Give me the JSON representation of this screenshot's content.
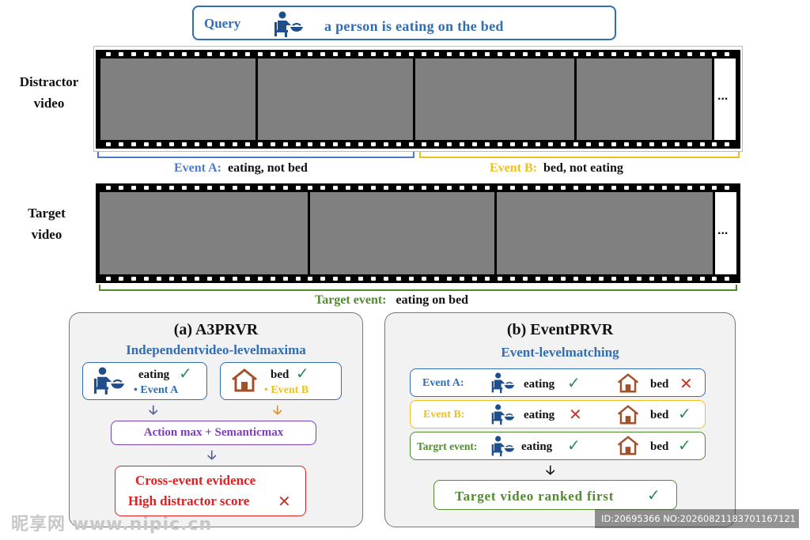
{
  "query": {
    "label": "Query",
    "text": "a person is eating on the bed"
  },
  "distractor": {
    "label_line1": "Distractor",
    "label_line2": "video",
    "ellipsis": "..."
  },
  "event_a": {
    "name": "Event A:",
    "desc": "eating, not bed"
  },
  "event_b": {
    "name": "Event B:",
    "desc": "bed, not eating"
  },
  "target": {
    "label_line1": "Target",
    "label_line2": "video",
    "ellipsis": "...",
    "event_name": "Target event:",
    "event_desc": "eating on bed"
  },
  "panel_a": {
    "title": "(a) A3PRVR",
    "subtitle": "Independentvideo-levelmaxima",
    "eating_word": "eating",
    "eating_source": "• Event A",
    "bed_word": "bed",
    "bed_source": "• Event B",
    "max_label": "Action max + Semanticmax",
    "result_line1": "Cross-event evidence",
    "result_line2": "High distractor score"
  },
  "panel_b": {
    "title": "(b) EventPRVR",
    "subtitle": "Event-levelmatching",
    "rows": [
      {
        "label": "Event A:",
        "eating": "eating",
        "bed": "bed"
      },
      {
        "label": "Event B:",
        "eating": "eating",
        "bed": "bed"
      },
      {
        "label": "Targrt event:",
        "eating": "eating",
        "bed": "bed"
      }
    ],
    "result": "Target video ranked first"
  },
  "colors": {
    "blue": "#2f6db5",
    "yellow": "#f0c020",
    "green": "#4f8b2f",
    "purple": "#7a3fb5",
    "red": "#e02020",
    "orange": "#e08a2a"
  },
  "icons": [
    "person-eating-icon",
    "house-icon",
    "check-icon",
    "cross-icon",
    "down-arrow-icon"
  ],
  "watermark": {
    "left": "昵享网 www.nipic.cn",
    "right": "ID:20695366 NO:20260821183701167121"
  }
}
